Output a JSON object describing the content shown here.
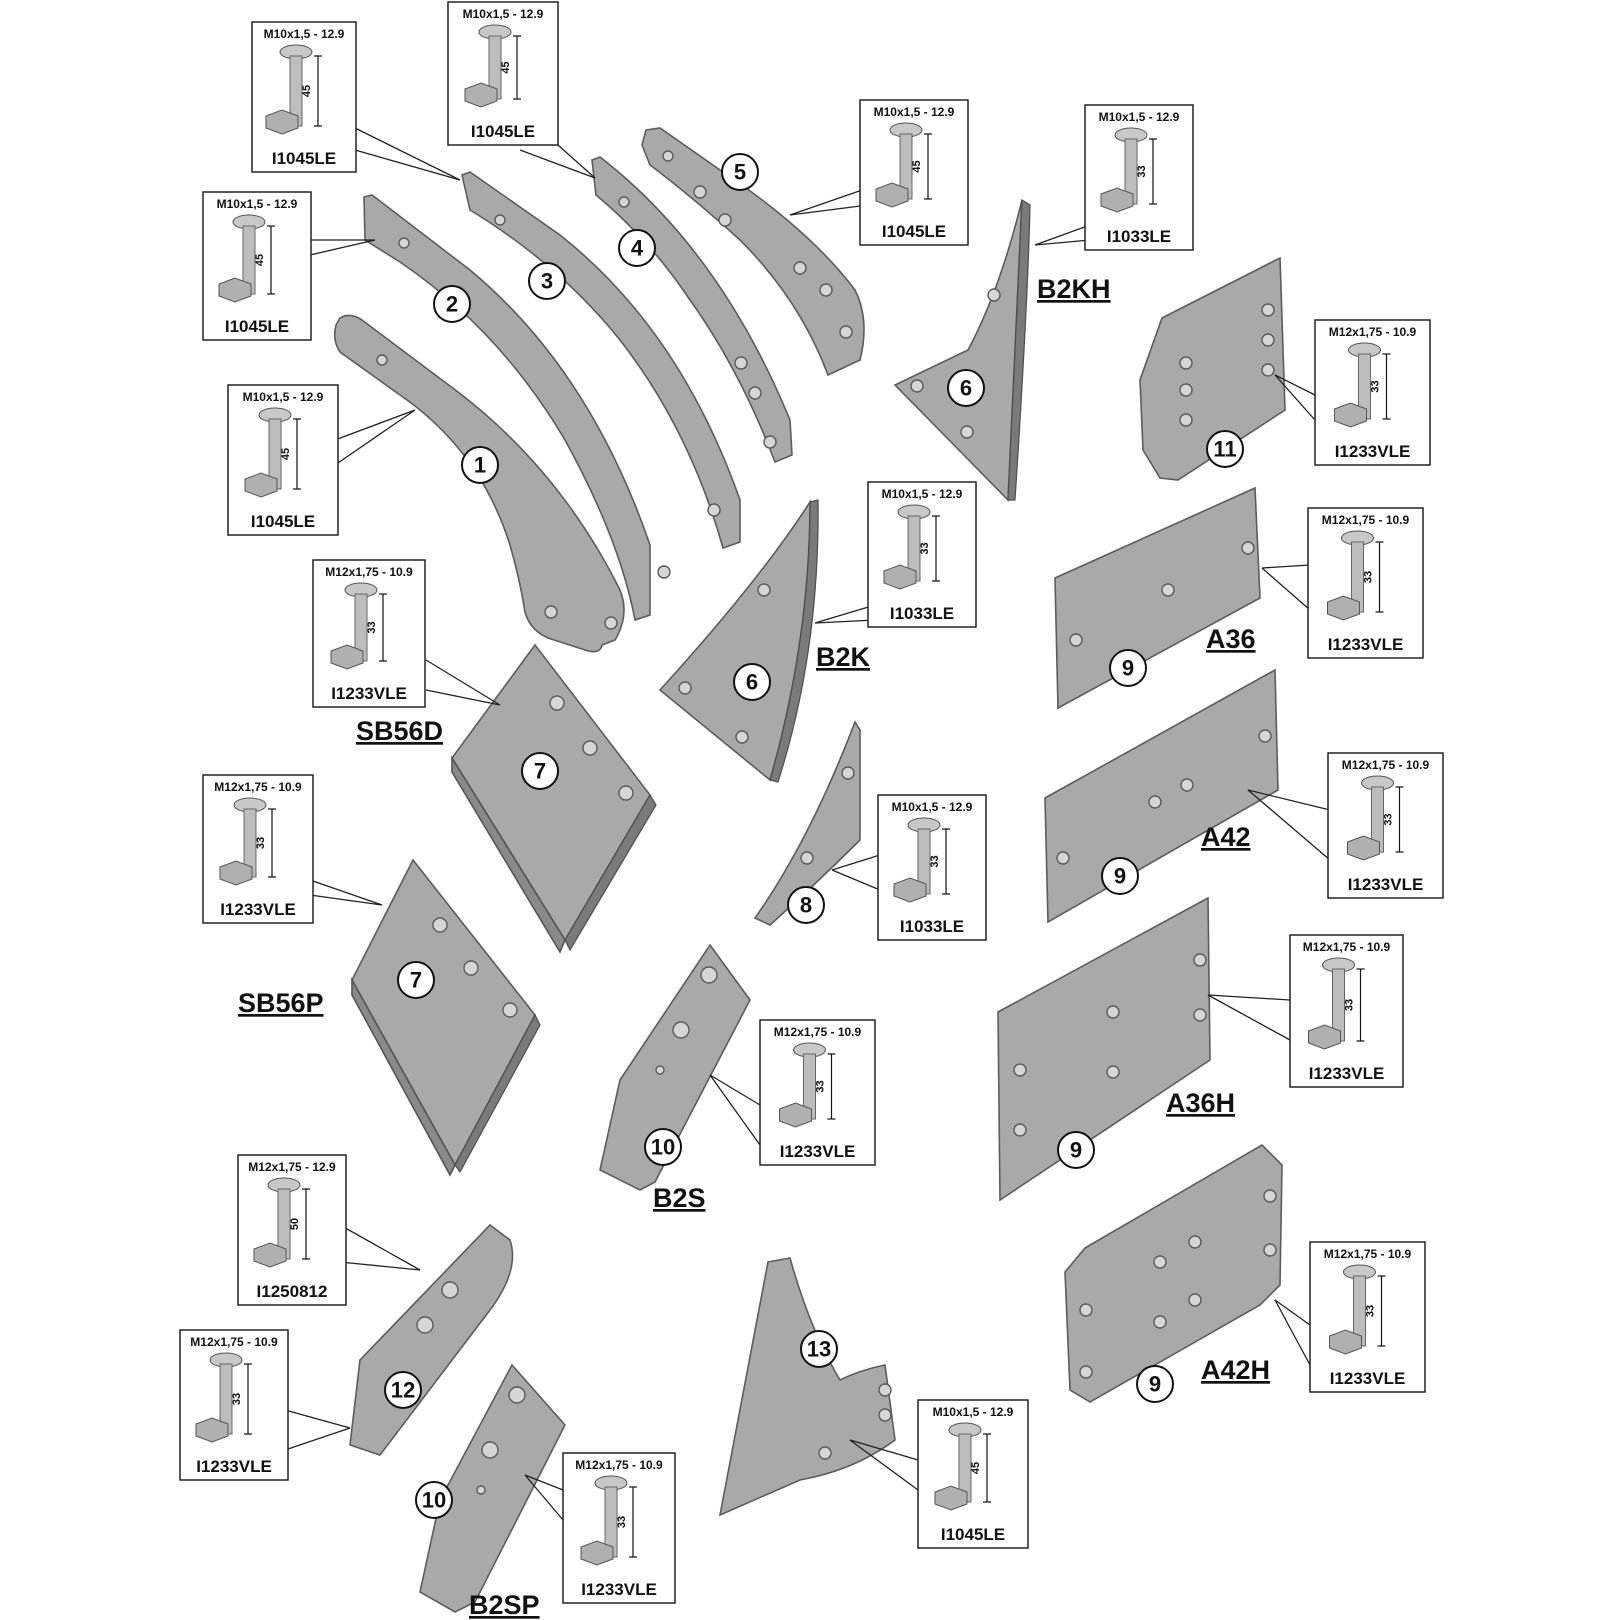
{
  "parts": [
    {
      "number": "1",
      "model": ""
    },
    {
      "number": "2",
      "model": ""
    },
    {
      "number": "3",
      "model": ""
    },
    {
      "number": "4",
      "model": ""
    },
    {
      "number": "5",
      "model": ""
    },
    {
      "number": "6",
      "model": "B2KH"
    },
    {
      "number": "6",
      "model": "B2K"
    },
    {
      "number": "7",
      "model": "SB56D"
    },
    {
      "number": "7",
      "model": "SB56P"
    },
    {
      "number": "8",
      "model": ""
    },
    {
      "number": "9",
      "model": "A36"
    },
    {
      "number": "9",
      "model": "A42"
    },
    {
      "number": "9",
      "model": "A36H"
    },
    {
      "number": "9",
      "model": "A42H"
    },
    {
      "number": "10",
      "model": "B2S"
    },
    {
      "number": "10",
      "model": "B2SP"
    },
    {
      "number": "11",
      "model": ""
    },
    {
      "number": "12",
      "model": ""
    },
    {
      "number": "13",
      "model": ""
    }
  ],
  "bolts": [
    {
      "spec": "M10x1,5 - 12.9",
      "length": "45",
      "code": "I1045LE"
    },
    {
      "spec": "M10x1,5 - 12.9",
      "length": "45",
      "code": "I1045LE"
    },
    {
      "spec": "M10x1,5 - 12.9",
      "length": "45",
      "code": "I1045LE"
    },
    {
      "spec": "M10x1,5 - 12.9",
      "length": "45",
      "code": "I1045LE"
    },
    {
      "spec": "M10x1,5 - 12.9",
      "length": "45",
      "code": "I1045LE"
    },
    {
      "spec": "M10x1,5 - 12.9",
      "length": "33",
      "code": "I1033LE"
    },
    {
      "spec": "M10x1,5 - 12.9",
      "length": "33",
      "code": "I1033LE"
    },
    {
      "spec": "M10x1,5 - 12.9",
      "length": "33",
      "code": "I1033LE"
    },
    {
      "spec": "M12x1,75 - 10.9",
      "length": "33",
      "code": "I1233VLE"
    },
    {
      "spec": "M12x1,75 - 10.9",
      "length": "33",
      "code": "I1233VLE"
    },
    {
      "spec": "M12x1,75 - 10.9",
      "length": "33",
      "code": "I1233VLE"
    },
    {
      "spec": "M12x1,75 - 10.9",
      "length": "33",
      "code": "I1233VLE"
    },
    {
      "spec": "M12x1,75 - 10.9",
      "length": "33",
      "code": "I1233VLE"
    },
    {
      "spec": "M12x1,75 - 10.9",
      "length": "33",
      "code": "I1233VLE"
    },
    {
      "spec": "M12x1,75 - 10.9",
      "length": "33",
      "code": "I1233VLE"
    },
    {
      "spec": "M12x1,75 - 10.9",
      "length": "33",
      "code": "I1233VLE"
    },
    {
      "spec": "M12x1,75 - 10.9",
      "length": "33",
      "code": "I1233VLE"
    },
    {
      "spec": "M12x1,75 - 12.9",
      "length": "50",
      "code": "I1250812"
    },
    {
      "spec": "M12x1,75 - 10.9",
      "length": "33",
      "code": "I1233VLE"
    },
    {
      "spec": "M12x1,75 - 10.9",
      "length": "33",
      "code": "I1233VLE"
    },
    {
      "spec": "M10x1,5 - 12.9",
      "length": "45",
      "code": "I1045LE"
    }
  ],
  "colors": {
    "part": "#a9a9a9",
    "hole": "#d6d6d6",
    "line": "#222222",
    "background": "#ffffff"
  }
}
